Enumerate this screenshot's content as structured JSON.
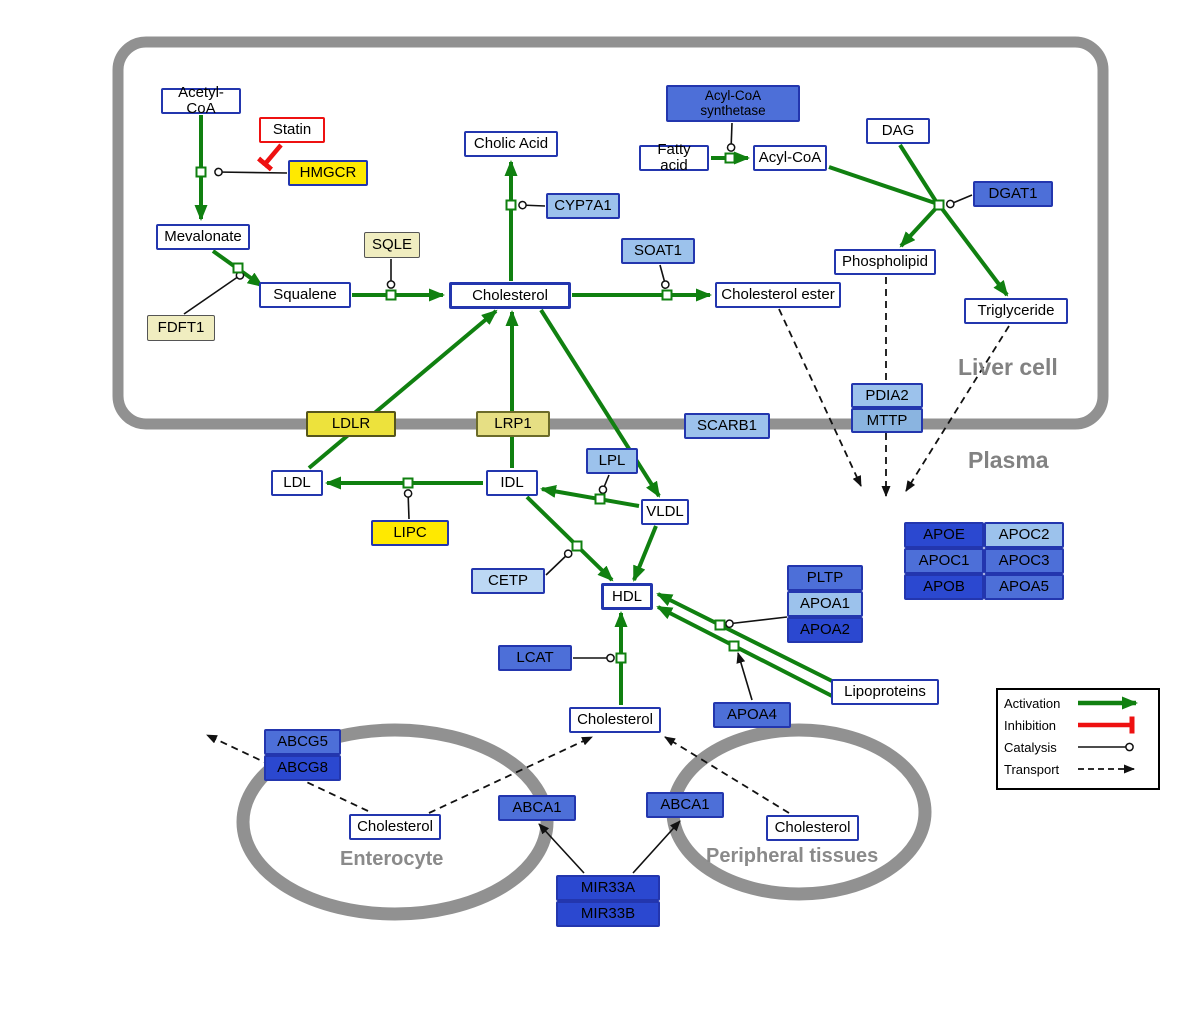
{
  "regions": {
    "liver": "Liver cell",
    "plasma": "Plasma",
    "enterocyte": "Enterocyte",
    "peripheral_tissues": "Peripheral tissues"
  },
  "legend": {
    "activation": "Activation",
    "inhibition": "Inhibition",
    "catalysis": "Catalysis",
    "transport": "Transport"
  },
  "nodes": {
    "acetyl_coa": "Acetyl-CoA",
    "statin": "Statin",
    "hmgcr": "HMGCR",
    "mevalonate": "Mevalonate",
    "fdft1": "FDFT1",
    "sqle": "SQLE",
    "squalene": "Squalene",
    "cholic_acid": "Cholic Acid",
    "cyp7a1": "CYP7A1",
    "cholesterol_liver": "Cholesterol",
    "soat1": "SOAT1",
    "cholesterol_ester": "Cholesterol ester",
    "acyl_coa_synthetase": "Acyl-CoA\nsynthetase",
    "fatty_acid": "Fatty acid",
    "acyl_coa": "Acyl-CoA",
    "dag": "DAG",
    "dgat1": "DGAT1",
    "phospholipid": "Phospholipid",
    "triglyceride": "Triglyceride",
    "pdia2": "PDIA2",
    "mttp": "MTTP",
    "ldlr": "LDLR",
    "lrp1": "LRP1",
    "scarb1": "SCARB1",
    "ldl": "LDL",
    "idl": "IDL",
    "lpl": "LPL",
    "vldl": "VLDL",
    "lipc": "LIPC",
    "cetp": "CETP",
    "hdl": "HDL",
    "lcat": "LCAT",
    "apoe": "APOE",
    "apoc2": "APOC2",
    "apoc1": "APOC1",
    "apoc3": "APOC3",
    "apob": "APOB",
    "apoa5": "APOA5",
    "pltp": "PLTP",
    "apoa1": "APOA1",
    "apoa2": "APOA2",
    "apoa4": "APOA4",
    "lipoproteins": "Lipoproteins",
    "cholesterol_plasma": "Cholesterol",
    "abcg5": "ABCG5",
    "abcg8": "ABCG8",
    "cholesterol_enterocyte": "Cholesterol",
    "abca1_enterocyte": "ABCA1",
    "abca1_peripheral": "ABCA1",
    "cholesterol_peripheral": "Cholesterol",
    "mir33a": "MIR33A",
    "mir33b": "MIR33B"
  },
  "colors": {
    "activation_green": "#108010",
    "inhibition_red": "#ee1111",
    "membrane_gray": "#919191",
    "node_border_blue": "#2336ae",
    "gene_blue_medium": "#4d6fd8",
    "gene_blue_dark": "#2b48d0",
    "gene_blue_light": "#9cc2ec",
    "enzyme_yellow": "#ffe900",
    "pale_yellow": "#f0edc0"
  }
}
